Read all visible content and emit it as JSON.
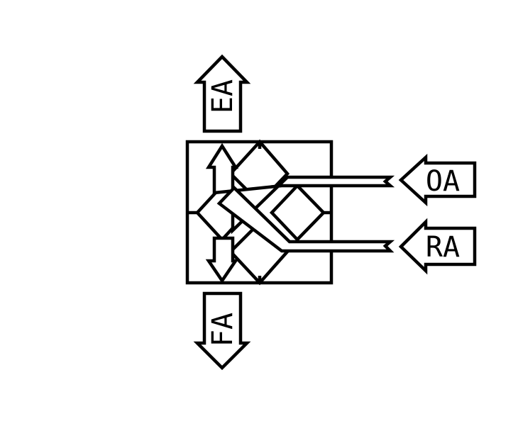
{
  "labels": {
    "exhaust_air": "EA",
    "fresh_air": "FA",
    "outdoor_air": "OA",
    "return_air": "RA"
  },
  "colors": {
    "stroke": "#000000",
    "background": "#ffffff"
  }
}
